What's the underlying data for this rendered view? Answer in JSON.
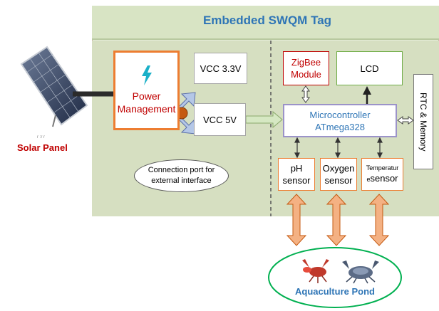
{
  "diagram": {
    "tag_title": "Embedded SWQM Tag",
    "solar_panel_label": "Solar Panel",
    "solar_caption": "r :r r",
    "power_management": {
      "line1": "Power",
      "line2": "Management"
    },
    "vcc33": "VCC 3.3V",
    "vcc5": "VCC 5V",
    "connection_port": {
      "line1": "Connection port for",
      "line2": "external interface"
    },
    "zigbee": {
      "line1": "ZigBee",
      "line2": "Module"
    },
    "lcd": "LCD",
    "microcontroller": {
      "line1": "Microcontroller",
      "line2": "ATmega328"
    },
    "rtc_memory": "RTC & Memory",
    "ph_sensor": {
      "line1": "pH",
      "line2": "sensor"
    },
    "oxygen_sensor": {
      "line1": "Oxygen",
      "line2": "sensor"
    },
    "temp_sensor": {
      "line1": "Temperatur",
      "line2a": "e",
      "line2b": "sensor"
    },
    "pond_label": "Aquaculture Pond",
    "icons": {
      "power": "lightning-bolt-icon",
      "solar": "solar-panel-icon",
      "lobster": "lobster-icon",
      "crab": "crab-icon"
    },
    "colors": {
      "outer_fill": "#e6edd9",
      "title_color": "#2e75b6",
      "inner_fill": "#d6dfc1",
      "power_border": "#ed7d31",
      "accent_red": "#c00000",
      "blue_text": "#2e75b6",
      "purple_border": "#9b93c9",
      "green_border": "#70ad47",
      "pond_green": "#00b050"
    }
  }
}
